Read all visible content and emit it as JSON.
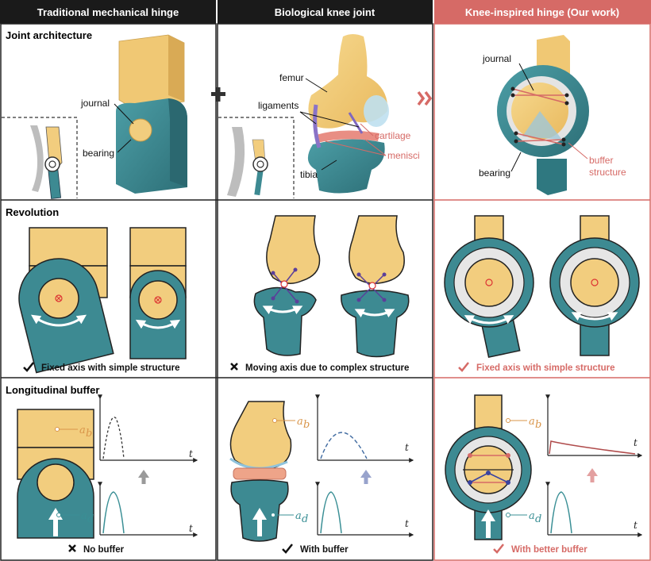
{
  "columns": [
    {
      "title": "Traditional mechanical hinge"
    },
    {
      "title": "Biological knee joint"
    },
    {
      "title": "Knee-inspired hinge (Our work)"
    }
  ],
  "sections": {
    "architecture": "Joint architecture",
    "revolution": "Revolution",
    "buffer": "Longitudinal buffer"
  },
  "labels": {
    "journal": "journal",
    "bearing": "bearing",
    "femur": "femur",
    "ligaments": "ligaments",
    "cartilage": "cartilage",
    "menisci": "menisci",
    "tibia": "tibia",
    "journal2": "journal",
    "bearing2": "bearing",
    "buffer_line1": "buffer",
    "buffer_line2": "structure"
  },
  "revolution_captions": [
    {
      "mark": "check",
      "text": "Fixed axis with simple structure"
    },
    {
      "mark": "cross",
      "text": "Moving axis due to complex structure"
    },
    {
      "mark": "check",
      "text": "Fixed axis with simple structure"
    }
  ],
  "buffer_captions": [
    {
      "mark": "cross",
      "text": "No buffer"
    },
    {
      "mark": "check",
      "text": "With buffer"
    },
    {
      "mark": "check",
      "text": "With better buffer"
    }
  ],
  "plot_labels": {
    "ab_base": "a",
    "ab_sub": "b",
    "ad_base": "a",
    "ad_sub": "d",
    "t": "t"
  },
  "colors": {
    "header_dark": "#1a1a1a",
    "header_accent": "#d66a66",
    "journal": "#f2cd7e",
    "bearing": "#3d8a92",
    "ligament": "#5b3f9a",
    "buffer_red": "#d66a66"
  }
}
